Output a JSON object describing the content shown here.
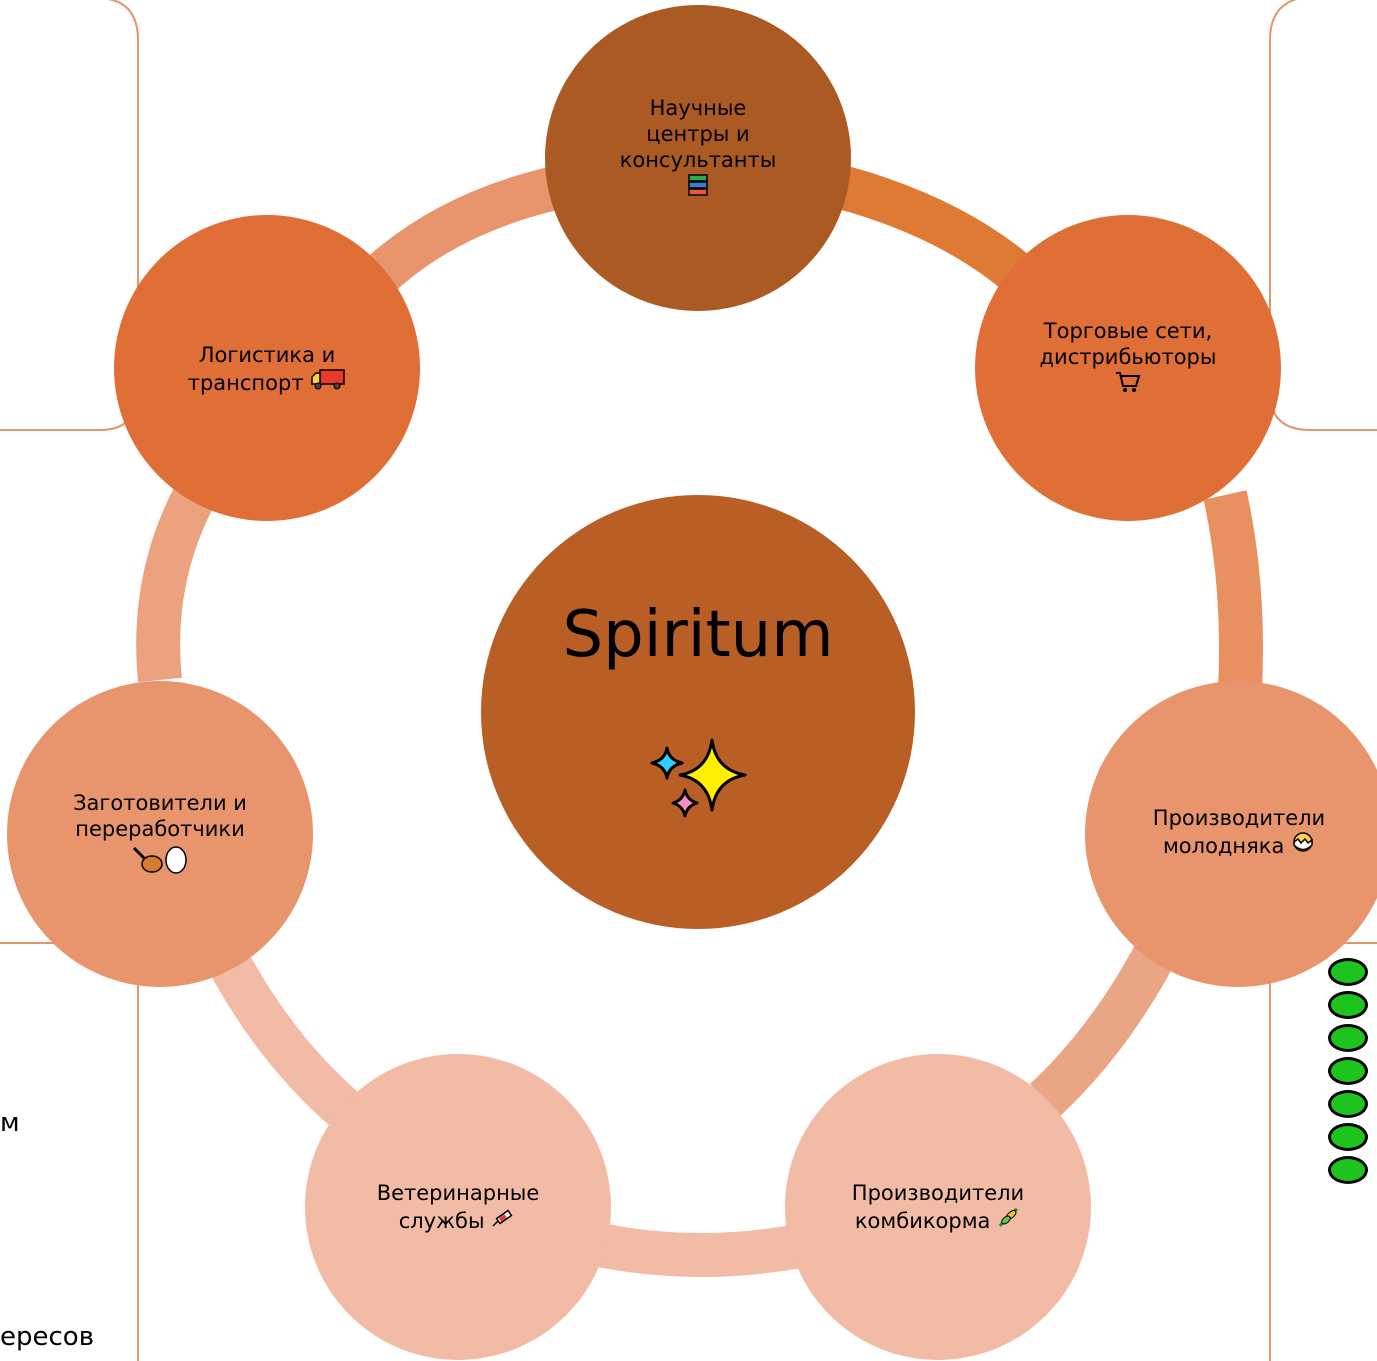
{
  "center": {
    "title": "Spiritum",
    "icon": "sparkles-icon"
  },
  "nodes": [
    {
      "id": "research",
      "label_lines": [
        "Научные",
        "центры и",
        "консультанты"
      ],
      "icon": "books-icon",
      "color": "#ac5a24"
    },
    {
      "id": "retail",
      "label_lines": [
        "Торговые сети,",
        "дистрибьюторы"
      ],
      "icon": "shopping-cart-icon",
      "color": "#df6f37"
    },
    {
      "id": "young",
      "label_lines": [
        "Производители",
        "молодняка"
      ],
      "icon": "hatching-chick-icon",
      "color": "#e8956e"
    },
    {
      "id": "feed",
      "label_lines": [
        "Производители",
        "комбикорма"
      ],
      "icon": "ear-of-rice-icon",
      "color": "#f2bba6"
    },
    {
      "id": "vet",
      "label_lines": [
        "Ветеринарные",
        "службы"
      ],
      "icon": "syringe-icon",
      "color": "#f2bba6"
    },
    {
      "id": "processors",
      "label_lines": [
        "Заготовители и",
        "переработчики"
      ],
      "icon": "poultry-leg-egg-icon",
      "color": "#e8956e"
    },
    {
      "id": "logistics",
      "label_lines": [
        "Логистика и",
        "транспорт"
      ],
      "icon": "delivery-truck-icon",
      "color": "#df6f37"
    }
  ],
  "partial_text": {
    "bottom_left_1": "м",
    "bottom_left_2": "ересов"
  },
  "green_dots_count": 7,
  "colors": {
    "line_orange": "#df6f37",
    "center_fill": "#b95f26",
    "divider": "#e1956d"
  }
}
